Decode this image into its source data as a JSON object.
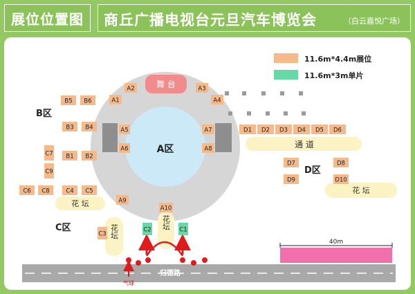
{
  "header": {
    "left_title": "展位位置图",
    "main_title": "商丘广播电视台元旦汽车博览会",
    "sub_title": "（白云嘉悦广场）"
  },
  "legend": {
    "items": [
      {
        "label": "11.6m*4.4m展位",
        "color": "#f5b98a"
      },
      {
        "label": "11.6m*3m单片",
        "color": "#66d9a6"
      }
    ]
  },
  "zones": {
    "a": "A区",
    "b": "B区",
    "c": "C区",
    "d": "D区"
  },
  "stage": "舞 台",
  "road": "通 道",
  "street": "归德路",
  "balloon": "气球",
  "flower_bed": "花 坛",
  "flower_bed_vertical": "花坛",
  "scale": "40m",
  "colors": {
    "frame": "#93c963",
    "booth": "#f5b98a",
    "single": "#66d9a6",
    "plaza": "#d6d6d6",
    "center": "#cce9f7",
    "stage": "#f28b8b",
    "flower": "#fbf3c4",
    "road": "#a9a9a9",
    "scale_bar": "#f16faa",
    "arrow": "#e01b1b"
  },
  "booths": {
    "a_zone": [
      "A1",
      "A2",
      "A3",
      "A4",
      "A5",
      "A6",
      "A7",
      "A8",
      "A9",
      "A10"
    ],
    "b_zone": [
      "B1",
      "B2",
      "B3",
      "B4",
      "B5",
      "B6"
    ],
    "c_zone": [
      "C1",
      "C2",
      "C3",
      "C4",
      "C5",
      "C6",
      "C7",
      "C8",
      "C9"
    ],
    "d_zone": [
      "D1",
      "D2",
      "D3",
      "D4",
      "D5",
      "D6",
      "D7",
      "D8",
      "D9",
      "D10"
    ]
  }
}
